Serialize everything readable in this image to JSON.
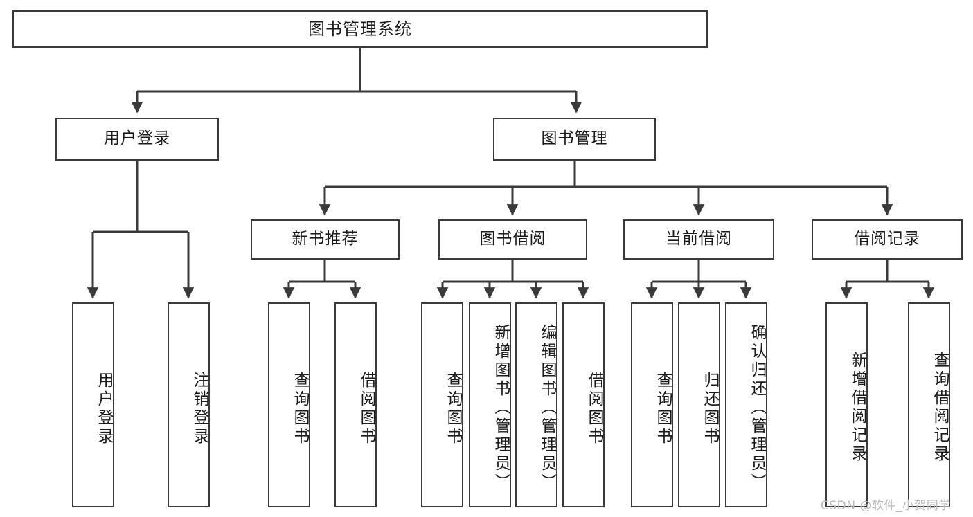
{
  "diagram": {
    "title": "图书管理系统",
    "type": "hierarchy-tree",
    "root": {
      "label": "图书管理系统"
    },
    "level1": [
      {
        "label": "用户登录"
      },
      {
        "label": "图书管理"
      }
    ],
    "level2": [
      {
        "label": "新书推荐"
      },
      {
        "label": "图书借阅"
      },
      {
        "label": "当前借阅"
      },
      {
        "label": "借阅记录"
      }
    ],
    "leaves": {
      "user_login": [
        {
          "label": "用户登录"
        },
        {
          "label": "注销登录"
        }
      ],
      "new_book_recommend": [
        {
          "label": "查询图书"
        },
        {
          "label": "借阅图书"
        }
      ],
      "book_borrow": [
        {
          "label": "查询图书"
        },
        {
          "label": "新增图书（管理员）"
        },
        {
          "label": "编辑图书（管理员）"
        },
        {
          "label": "借阅图书"
        }
      ],
      "current_borrow": [
        {
          "label": "查询图书"
        },
        {
          "label": "归还图书"
        },
        {
          "label": "确认归还（管理员）"
        }
      ],
      "borrow_record": [
        {
          "label": "新增借阅记录"
        },
        {
          "label": "查询借阅记录"
        }
      ]
    }
  },
  "watermark": {
    "text": "CSDN @软件_小贺同学"
  },
  "colors": {
    "stroke": "#3a3a3a",
    "fill": "#ffffff",
    "text": "#1a1a1a",
    "watermark": "#b9b9b9"
  }
}
